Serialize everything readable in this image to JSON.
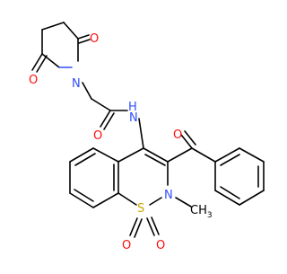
{
  "molecule": {
    "atoms": {
      "o_imide_top": "O",
      "o_imide_bottom": "O",
      "n_imide": "N",
      "o_amide": "O",
      "nh_amide": "N",
      "h_amide": "H",
      "o_ketone": "O",
      "n_ring": "N",
      "s_ring": "S",
      "o_sulfonyl_left": "O",
      "o_sulfonyl_right": "O",
      "methyl": "CH",
      "methyl_sub": "3"
    },
    "colors": {
      "bond": "#000000",
      "oxygen": "#ff0d0d",
      "nitrogen": "#3050f8",
      "sulfur": "#c8a800"
    }
  }
}
